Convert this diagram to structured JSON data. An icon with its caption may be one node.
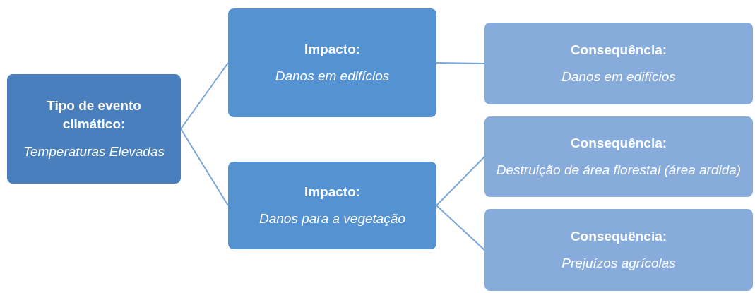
{
  "diagram": {
    "nodes": [
      {
        "text": [
          "Tipo de evento climático:",
          "Temperaturas Elevadas"
        ]
      },
      {
        "text": [
          "Impacto:",
          "Danos em edifícios"
        ]
      },
      {
        "text": [
          "Impacto:",
          "Danos para a vegetação"
        ]
      },
      {
        "text": [
          "Consequência:",
          "Danos em edifícios"
        ]
      },
      {
        "text": [
          "Consequência:",
          "Destruição de área florestal (área ardida)"
        ]
      },
      {
        "text": [
          "Consequência:",
          "Prejuízos agrícolas"
        ]
      }
    ],
    "edges": [
      {
        "from": 0,
        "to": 1,
        "arrow": "none"
      },
      {
        "from": 0,
        "to": 2,
        "arrow": "none"
      },
      {
        "from": 1,
        "to": 3,
        "arrow": "none"
      },
      {
        "from": 2,
        "to": 4,
        "arrow": "none"
      },
      {
        "from": 2,
        "to": 5,
        "arrow": "none"
      }
    ]
  }
}
